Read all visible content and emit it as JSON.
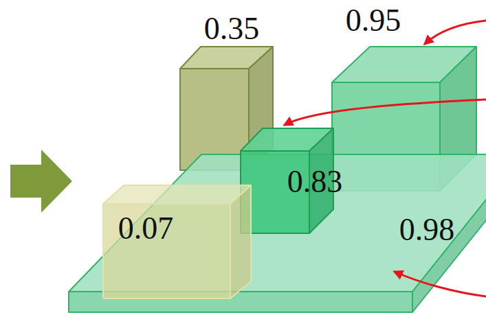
{
  "diagram": {
    "labels": [
      "0.35",
      "0.95",
      "0.83",
      "0.07",
      "0.98"
    ]
  }
}
